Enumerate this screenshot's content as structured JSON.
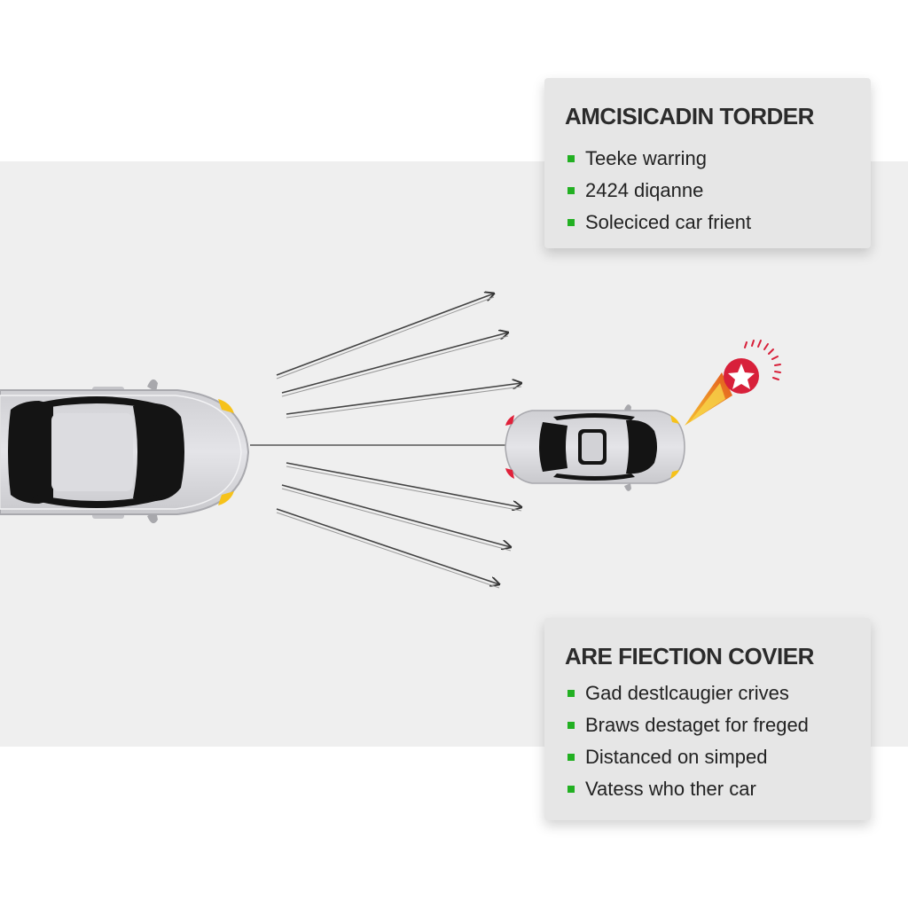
{
  "colors": {
    "background": "#ffffff",
    "road": "#efefef",
    "panel": "#e6e6e6",
    "bullet": "#22b022",
    "car_body": "#d6d6da",
    "car_glass": "#141414",
    "impact_red": "#d8203a",
    "impact_orange": "#f39a1e"
  },
  "icons": {
    "impact": "collision-burst-icon",
    "bullet": "green-square-bullet-icon"
  },
  "panel_top": {
    "title": "AMCISICADIN TORDER",
    "items": [
      "Teeke warring",
      "2424 diqanne",
      "Soleciced car frient"
    ]
  },
  "panel_bottom": {
    "title": "ARE FIECTION COVIER",
    "items": [
      "Gad destlcaugier crives",
      "Braws destaget for freged",
      "Distanced on simped",
      "Vatess who ther car"
    ]
  }
}
